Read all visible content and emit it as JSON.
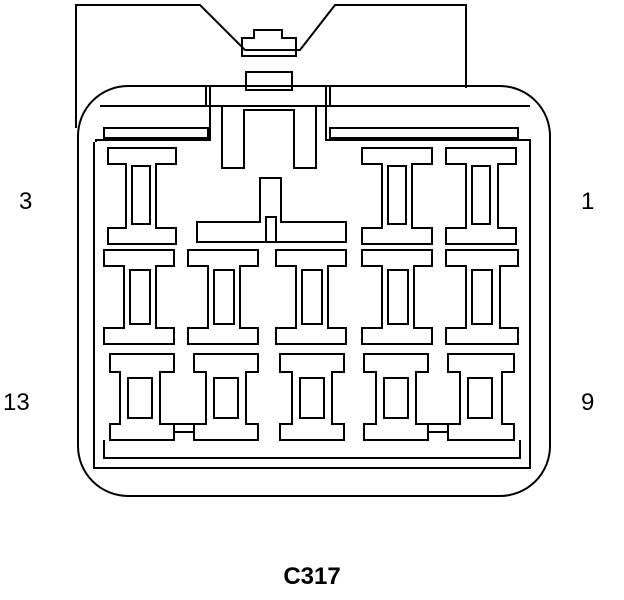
{
  "connector": {
    "name": "C317",
    "pin_labels": {
      "top_left": "3",
      "top_right": "1",
      "bottom_left": "13",
      "bottom_right": "9"
    }
  },
  "colors": {
    "line": "#000000",
    "background": "#ffffff"
  }
}
